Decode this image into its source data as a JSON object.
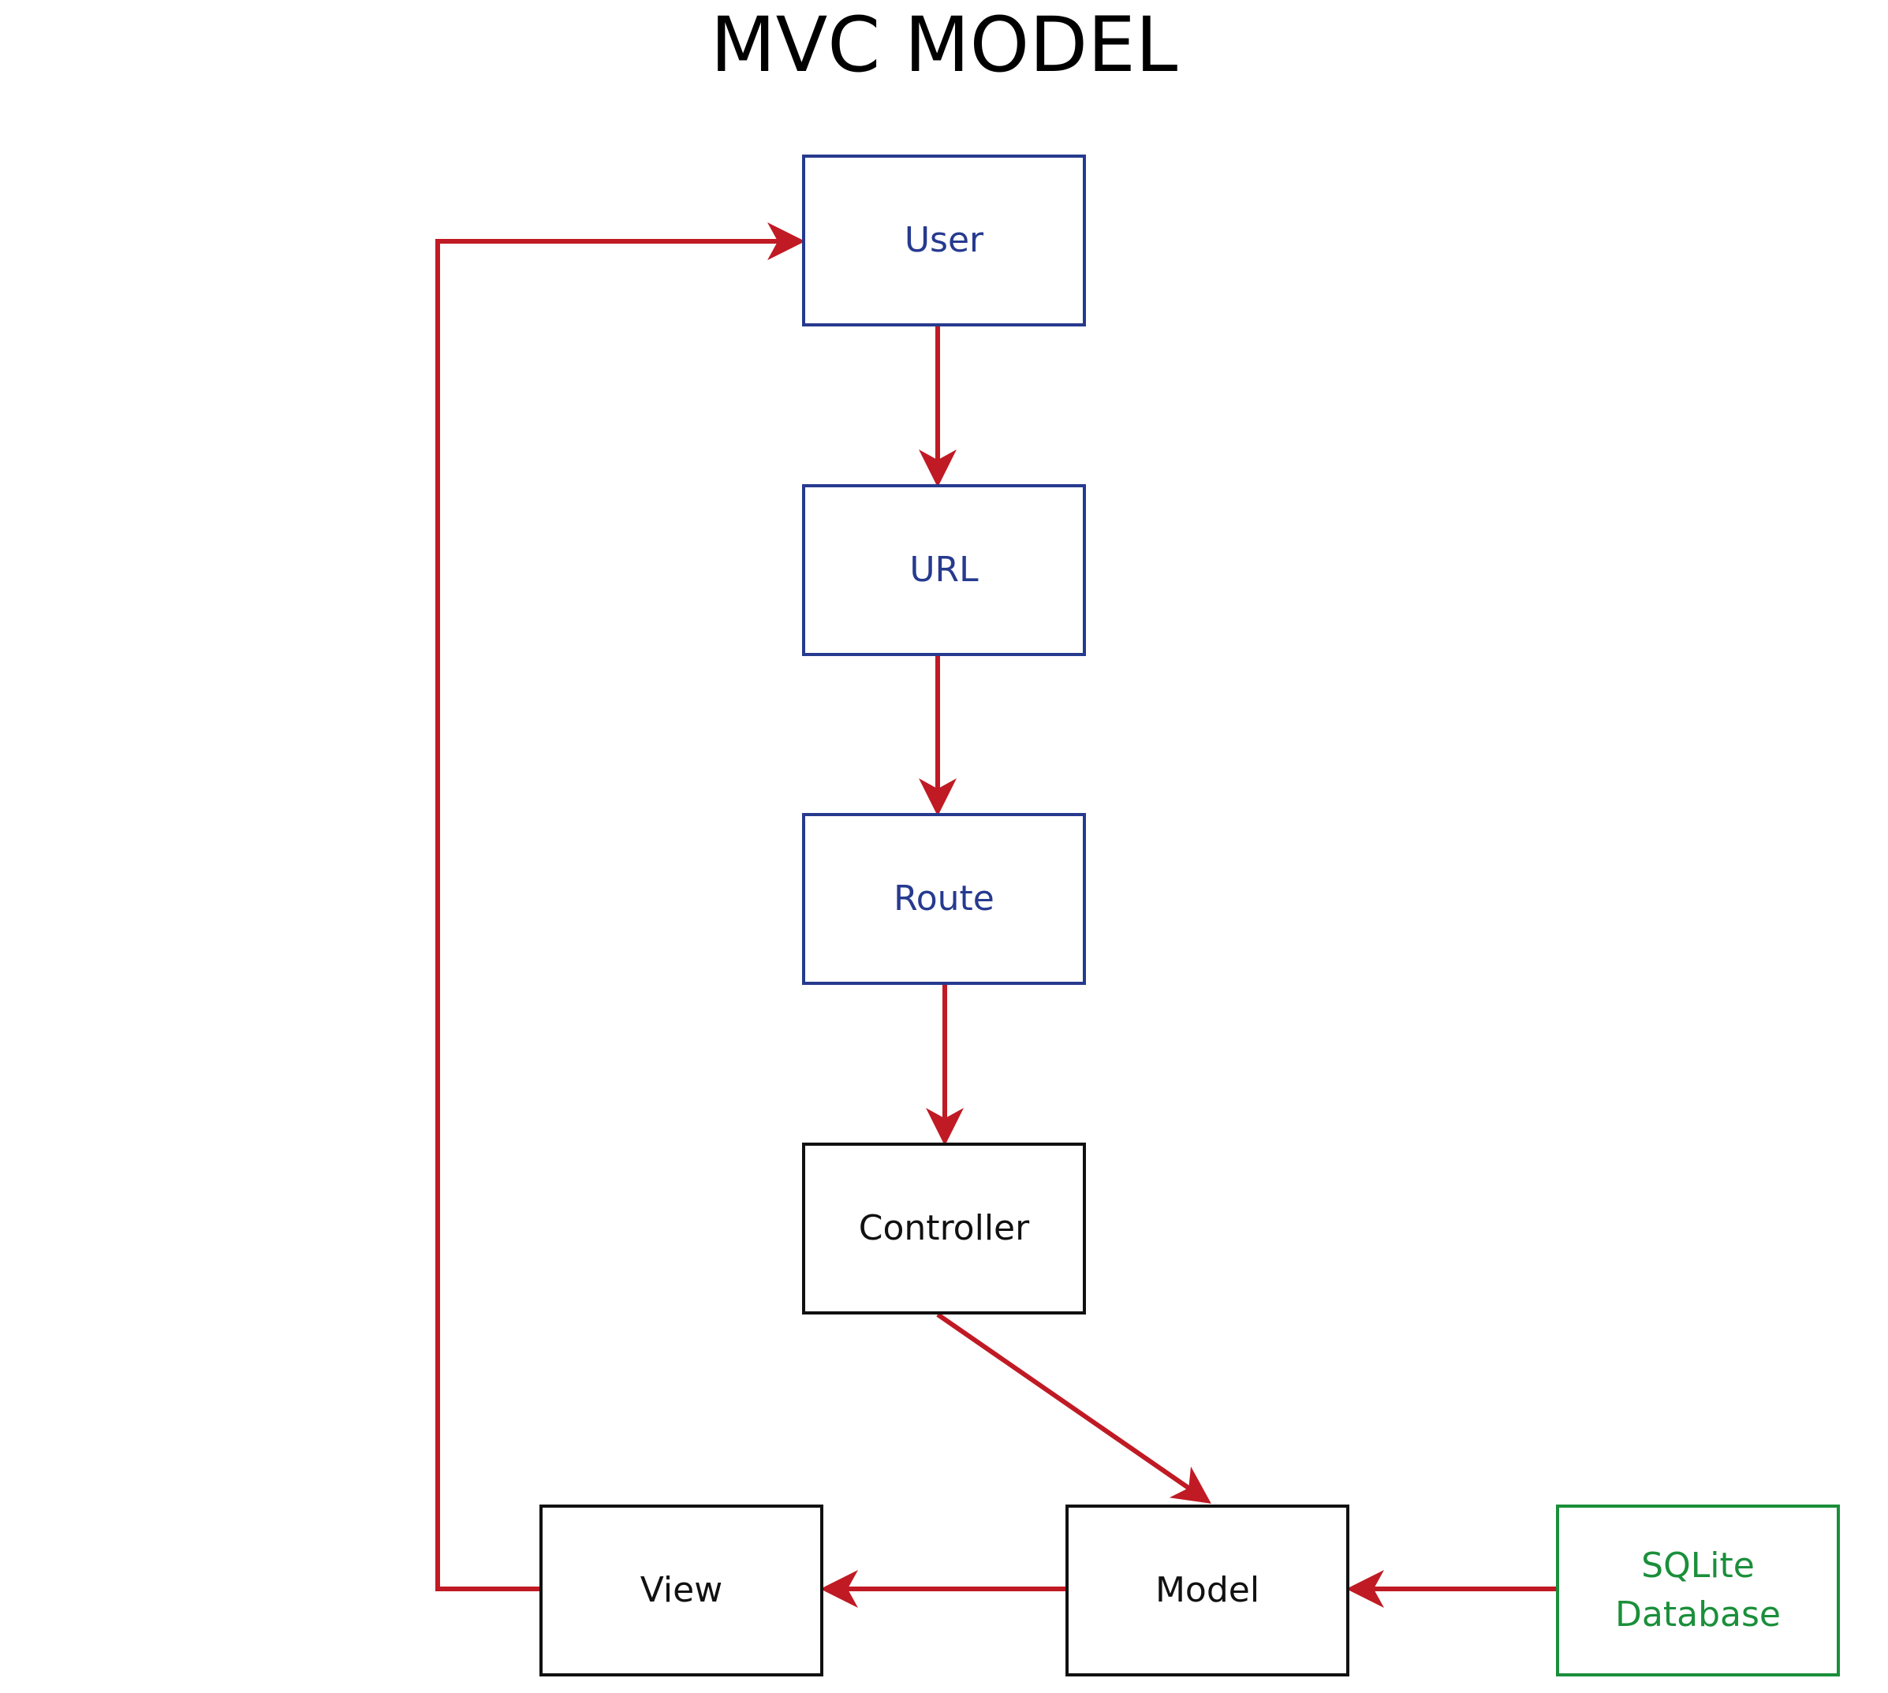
{
  "title": "MVC MODEL",
  "colors": {
    "arrow": "#c01a24",
    "blue_node": "#263a8f",
    "black_node": "#111111",
    "green_node": "#1a8f3a"
  },
  "nodes": [
    {
      "id": "user",
      "label": "User",
      "color": "blue_node"
    },
    {
      "id": "url",
      "label": "URL",
      "color": "blue_node"
    },
    {
      "id": "route",
      "label": "Route",
      "color": "blue_node"
    },
    {
      "id": "controller",
      "label": "Controller",
      "color": "black_node"
    },
    {
      "id": "view",
      "label": "View",
      "color": "black_node"
    },
    {
      "id": "model",
      "label": "Model",
      "color": "black_node"
    },
    {
      "id": "db",
      "label": "SQLite\nDatabase",
      "color": "green_node"
    }
  ],
  "edges": [
    {
      "from": "user",
      "to": "url"
    },
    {
      "from": "url",
      "to": "route"
    },
    {
      "from": "route",
      "to": "controller"
    },
    {
      "from": "controller",
      "to": "model"
    },
    {
      "from": "db",
      "to": "model"
    },
    {
      "from": "model",
      "to": "view"
    },
    {
      "from": "view",
      "to": "user"
    }
  ]
}
